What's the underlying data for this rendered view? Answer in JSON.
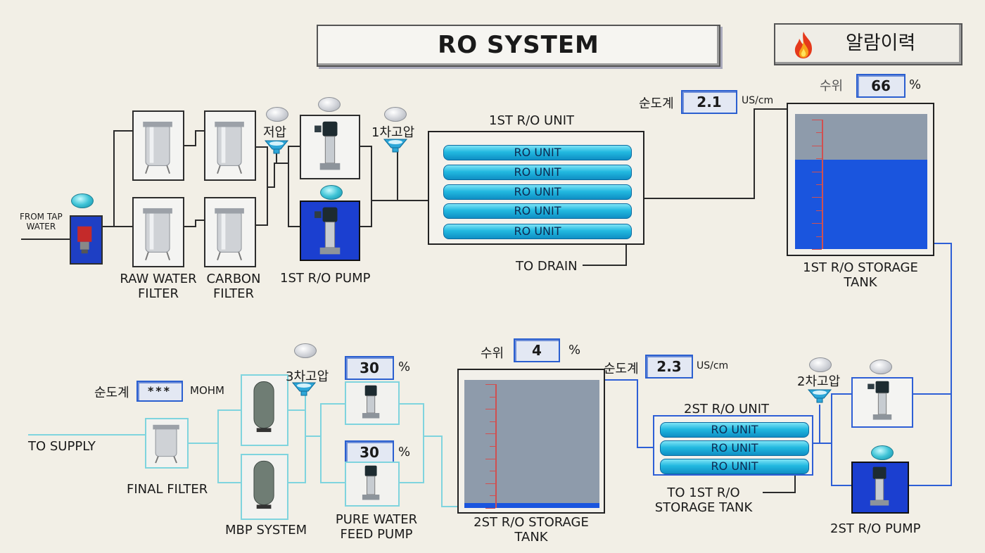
{
  "header": {
    "title": "RO SYSTEM",
    "alarm_label": "알람이력"
  },
  "colors": {
    "tank_fill": "#1a55de",
    "tank_empty": "#8e9bab",
    "ro_tube": "#22b9e0",
    "value_border": "#2b5fd0",
    "lamp_on": "#3fc3d6"
  },
  "icons": {
    "alarm": "fire-icon",
    "pump": "pump-icon",
    "filter": "filter-housing-icon",
    "pressure": "pressure-gauge-icon",
    "lamp": "status-lamp-icon",
    "valve": "inlet-valve-icon"
  },
  "top": {
    "from_tap": "FROM TAP\nWATER",
    "raw_filter": "RAW WATER\nFILTER",
    "carbon_filter": "CARBON\nFILTER",
    "low_pressure": "저압",
    "high_pressure_1": "1차고압",
    "pump1": "1ST R/O PUMP",
    "ro1_title": "1ST R/O UNIT",
    "ro1_units": [
      "RO UNIT",
      "RO UNIT",
      "RO UNIT",
      "RO UNIT",
      "RO UNIT"
    ],
    "to_drain": "TO DRAIN",
    "cond1_label": "순도계",
    "cond1_value": "2.1",
    "cond1_unit": "US/cm",
    "tank1_level_label": "수위",
    "tank1_level_value": "66",
    "tank1_level_unit": "%",
    "tank1_level": 66,
    "tank1_label": "1ST R/O STORAGE\nTANK"
  },
  "bottom": {
    "cond3_label": "순도계",
    "cond3_value": "***",
    "cond3_unit": "MOHM",
    "to_supply": "TO SUPPLY",
    "final_filter": "FINAL FILTER",
    "mbp": "MBP SYSTEM",
    "high_pressure_3": "3차고압",
    "feed_pump_value_1": "30",
    "feed_pump_value_2": "30",
    "feed_pump_unit": "%",
    "feed_pump": "PURE WATER\nFEED PUMP",
    "tank2_level_label": "수위",
    "tank2_level_value": "4",
    "tank2_level_unit": "%",
    "tank2_level": 4,
    "tank2_label": "2ST R/O STORAGE\nTANK",
    "cond2_label": "순도계",
    "cond2_value": "2.3",
    "cond2_unit": "US/cm",
    "ro2_title": "2ST R/O UNIT",
    "ro2_units": [
      "RO UNIT",
      "RO UNIT",
      "RO UNIT"
    ],
    "to_tank1": "TO 1ST R/O\nSTORAGE TANK",
    "high_pressure_2": "2차고압",
    "pump2": "2ST R/O PUMP"
  }
}
